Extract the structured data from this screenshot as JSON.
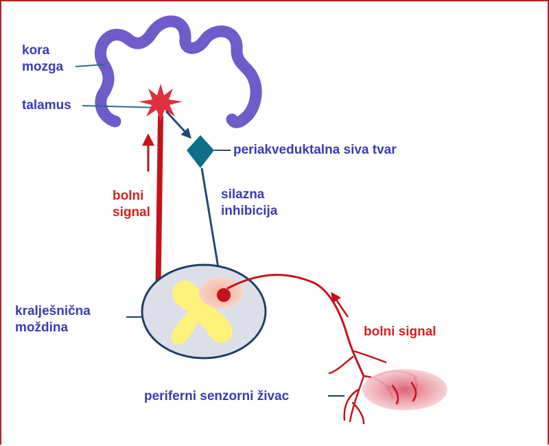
{
  "labels": {
    "kora": "kora",
    "mozga": "mozga",
    "talamus": "talamus",
    "periakveduktalna": "periakveduktalna siva tvar",
    "silazna": "silazna",
    "inhibicija": "inhibicija",
    "bolni_top_1": "bolni",
    "bolni_top_2": "signal",
    "kraljesnicna": "kralješnična",
    "mozdina": "moždina",
    "bolni_signal": "bolni signal",
    "periferni": "periferni senzorni živac"
  },
  "colors": {
    "cortex": "#6f5bc9",
    "pain_pathway": "#c4121a",
    "descending": "#1f6aa0",
    "pag": "#0f6e8a",
    "label_blue": "#3a3ab8",
    "label_red": "#d42020",
    "grey_matter": "#fff27a",
    "cord": "#dcdee8"
  }
}
